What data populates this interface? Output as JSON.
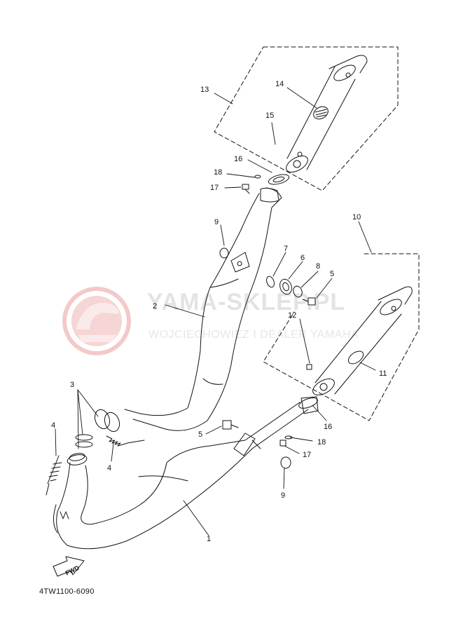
{
  "watermark": {
    "title": "YAMA-SKLEP.PL",
    "subtitle": "WOJCIECHOWIEZ I DEALER YAMAHA",
    "logo_color": "#f2c4c4"
  },
  "diagram_code": "4TW1100-6090",
  "direction_label": "FWD",
  "callouts": {
    "c1": "1",
    "c2": "2",
    "c3": "3",
    "c4a": "4",
    "c4b": "4",
    "c5a": "5",
    "c5b": "5",
    "c6": "6",
    "c7": "7",
    "c8": "8",
    "c9a": "9",
    "c9b": "9",
    "c10": "10",
    "c11": "11",
    "c12": "12",
    "c13": "13",
    "c14": "14",
    "c15": "15",
    "c16a": "16",
    "c16b": "16",
    "c17a": "17",
    "c17b": "17",
    "c18a": "18",
    "c18b": "18"
  },
  "colors": {
    "line": "#111111",
    "watermark_text": "#e3e3e3"
  }
}
